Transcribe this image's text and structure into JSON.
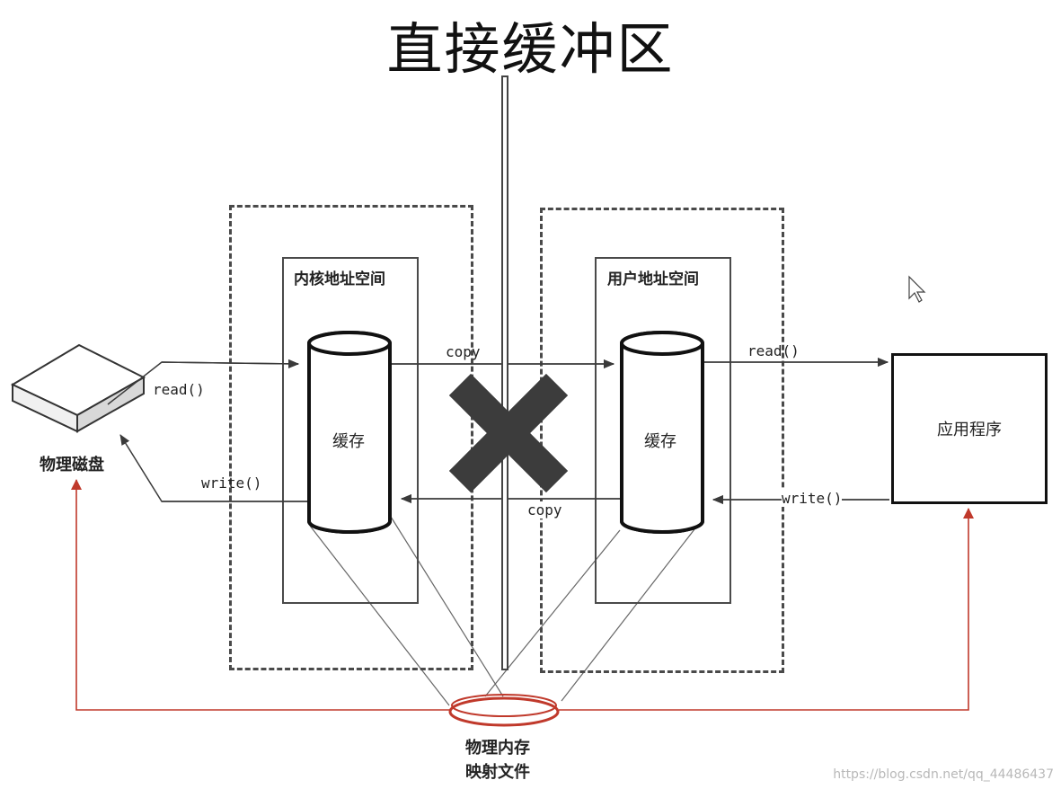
{
  "title": "直接缓冲区",
  "kernel_space": {
    "label": "内核地址空间",
    "cache_label": "缓存"
  },
  "user_space": {
    "label": "用户地址空间",
    "cache_label": "缓存"
  },
  "disk": {
    "label": "物理磁盘"
  },
  "app": {
    "label": "应用程序"
  },
  "mapped_memory": {
    "line1": "物理内存",
    "line2": "映射文件"
  },
  "ops": {
    "disk_read": "read()",
    "disk_write": "write()",
    "copy_to_user": "copy",
    "copy_to_kernel": "copy",
    "app_read": "read()",
    "app_write": "write()"
  },
  "watermark": "https://blog.csdn.net/qq_44486437",
  "colors": {
    "red": "#c0392b",
    "dark": "#3a3a3a",
    "gray": "#555555"
  }
}
